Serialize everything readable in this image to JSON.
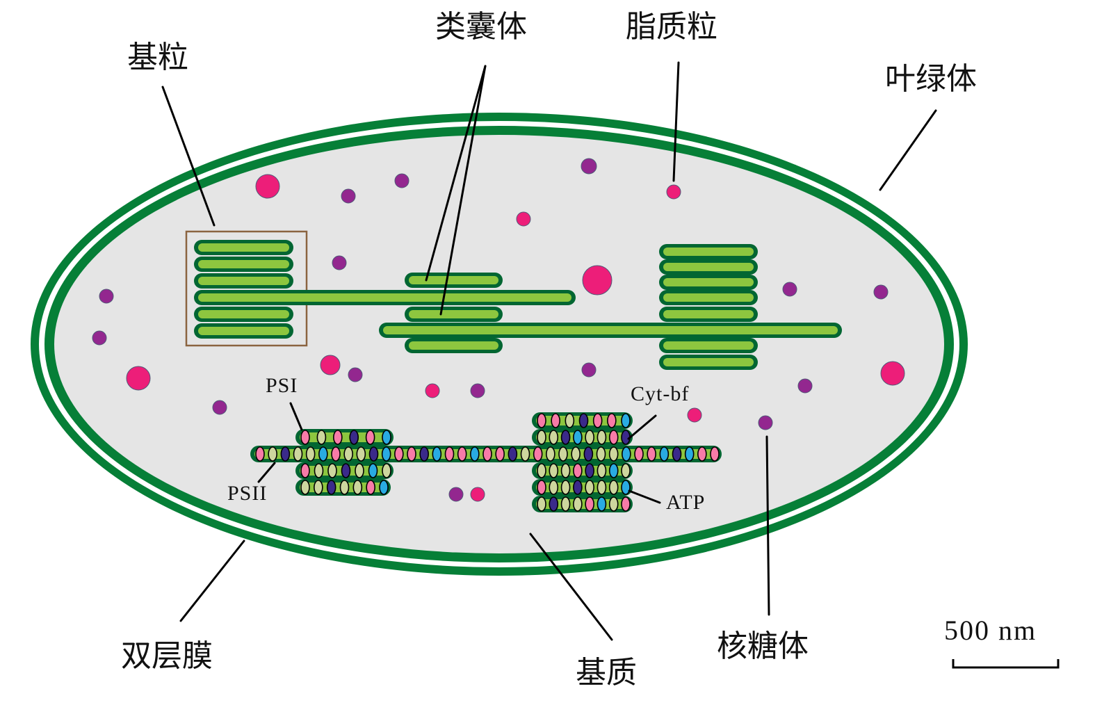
{
  "diagram": {
    "title": "叶绿体",
    "colors": {
      "membrane": "#067f37",
      "stroma": "#e5e5e5",
      "thylakoid_outline": "#026632",
      "thylakoid_fill": "#8dc63f",
      "granum_box": "#8b6440",
      "plastoglobule": "#ed1e79",
      "ribosome": "#93278f",
      "particle_edge": "#505a78",
      "psi_pink": "#f77ba8",
      "psii_beige": "#cdd69e",
      "cytbf_navy": "#3a2a8a",
      "atp_cyan": "#29abe2",
      "leader_line": "#000000"
    },
    "labels": {
      "granum": "基粒",
      "thylakoid": "类囊体",
      "plastoglobule": "脂质粒",
      "chloroplast": "叶绿体",
      "double_membrane": "双层膜",
      "stroma": "基质",
      "ribosome": "核糖体",
      "psi": "PSI",
      "psii": "PSII",
      "cytbf": "Cyt-bf",
      "atp": "ATP"
    },
    "scale_bar": {
      "value": 500,
      "unit": "nm",
      "text": "500 nm"
    },
    "legend_protein_complexes": [
      {
        "name": "PSI",
        "color_key": "psi_pink"
      },
      {
        "name": "PSII",
        "color_key": "psii_beige"
      },
      {
        "name": "Cyt-bf",
        "color_key": "cytbf_navy"
      },
      {
        "name": "ATP",
        "color_key": "atp_cyan"
      }
    ]
  }
}
